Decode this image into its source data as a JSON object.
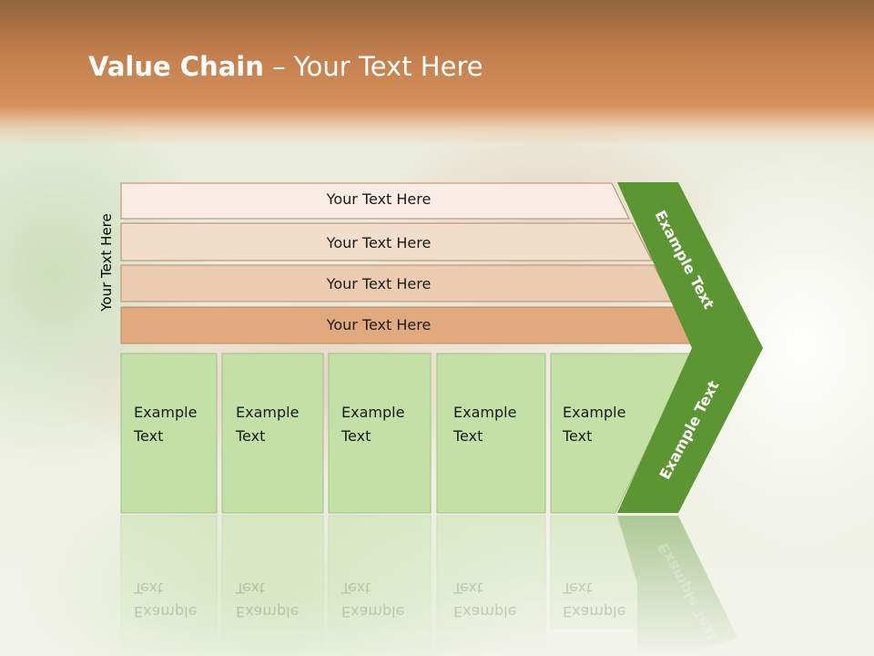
{
  "title": {
    "bold": "Value Chain",
    "rest": " – Your Text Here"
  },
  "side_label": "Your Text Here",
  "bars": [
    {
      "label": "Your Text Here",
      "color": "#f8ece4"
    },
    {
      "label": "Your Text Here",
      "color": "#f2dcca"
    },
    {
      "label": "Your Text Here",
      "color": "#ecccb0"
    },
    {
      "label": "Your Text Here",
      "color": "#e1aa7e"
    }
  ],
  "activities": [
    {
      "line1": "Example",
      "line2": "Text"
    },
    {
      "line1": "Example",
      "line2": "Text"
    },
    {
      "line1": "Example",
      "line2": "Text"
    },
    {
      "line1": "Example",
      "line2": "Text"
    },
    {
      "line1": "Example",
      "line2": "Text"
    }
  ],
  "arrow_upper_label": "Example Text",
  "arrow_lower_label": "Example Text",
  "colors": {
    "header": "#c17e4c",
    "activity_fill": "#c3e0a6",
    "activity_stroke": "#a3bb8a",
    "arrow_fill": "#5b9632",
    "bar_stroke": "#b5896a"
  }
}
